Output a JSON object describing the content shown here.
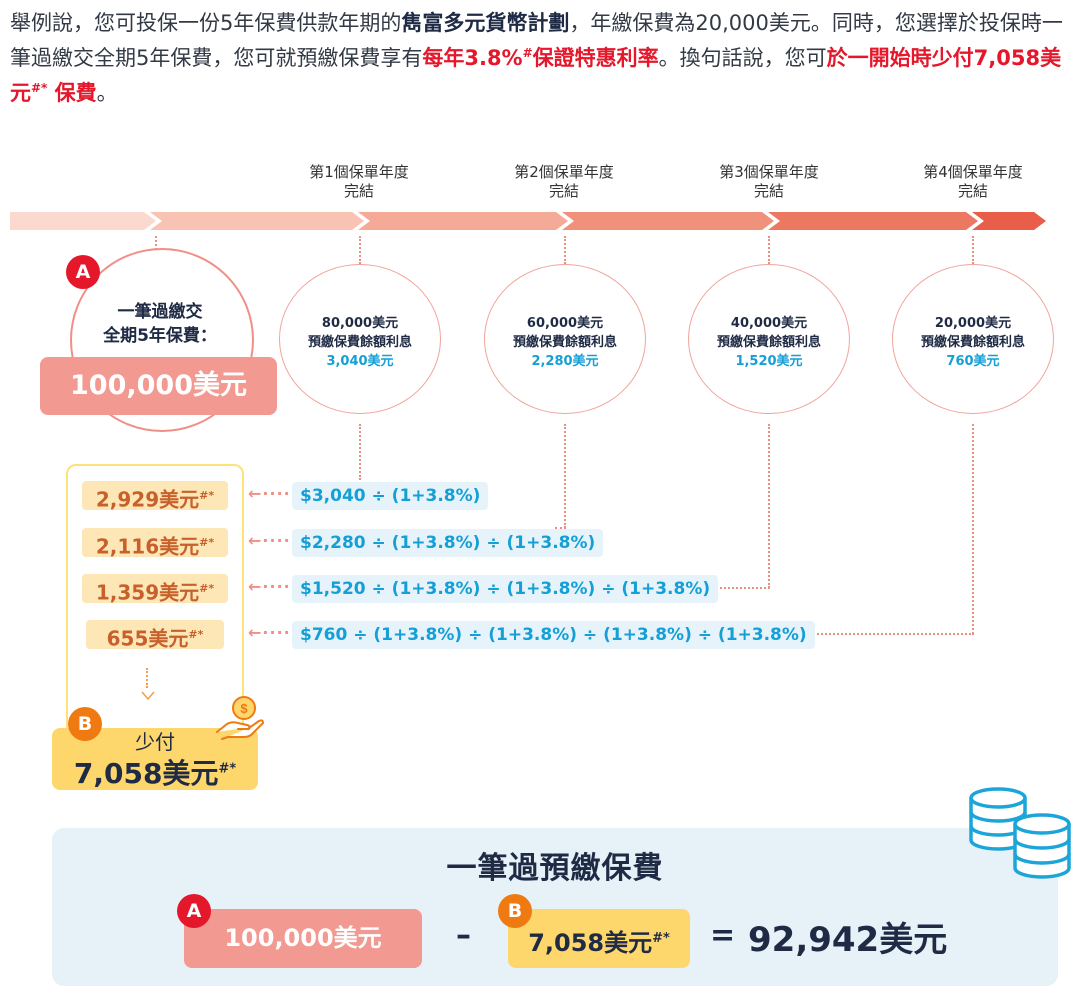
{
  "intro": {
    "p1": "舉例說，您可投保一份5年保費供款年期的",
    "plan": "雋富多元貨幣計劃",
    "p2": "，年繳保費為20,000美元。同時，您選擇於投保時一筆過繳交全期5年保費，您可就預繳保費享有",
    "rate_prefix": "每年3.8%",
    "rate_mark": "#",
    "rate_suffix": "保證特惠利率",
    "p3": "。換句話說，您可",
    "save_prefix": "於一開始時少付7,058美元",
    "save_mark": "#*",
    "save_suffix": "保費",
    "p4": "。"
  },
  "timeline": {
    "labels": [
      {
        "line1": "第1個保單年度",
        "line2": "完結"
      },
      {
        "line1": "第2個保單年度",
        "line2": "完結"
      },
      {
        "line1": "第3個保單年度",
        "line2": "完結"
      },
      {
        "line1": "第4個保單年度",
        "line2": "完結"
      }
    ],
    "segment_colors": [
      "#fbd9cf",
      "#f8c3b3",
      "#f4aa96",
      "#f0917c",
      "#ec7862",
      "#e85e48"
    ]
  },
  "lump_sum": {
    "badge": "A",
    "line1": "一筆過繳交",
    "line2": "全期5年保費：",
    "amount": "100,000美元"
  },
  "interest_circles": [
    {
      "balance": "80,000美元",
      "label": "預繳保費餘額利息",
      "interest": "3,040美元"
    },
    {
      "balance": "60,000美元",
      "label": "預繳保費餘額利息",
      "interest": "2,280美元"
    },
    {
      "balance": "40,000美元",
      "label": "預繳保費餘額利息",
      "interest": "1,520美元"
    },
    {
      "balance": "20,000美元",
      "label": "預繳保費餘額利息",
      "interest": "760美元"
    }
  ],
  "discounts": [
    {
      "value": "2,929美元",
      "mark": "#*",
      "formula": "$3,040 ÷ (1+3.8%)"
    },
    {
      "value": "2,116美元",
      "mark": "#*",
      "formula": "$2,280 ÷ (1+3.8%) ÷ (1+3.8%)"
    },
    {
      "value": "1,359美元",
      "mark": "#*",
      "formula": "$1,520 ÷ (1+3.8%) ÷ (1+3.8%) ÷ (1+3.8%)"
    },
    {
      "value": "655美元",
      "mark": "#*",
      "formula": "$760 ÷ (1+3.8%) ÷ (1+3.8%) ÷ (1+3.8%) ÷ (1+3.8%)"
    }
  ],
  "arrow_glyph": "←······",
  "saving": {
    "badge": "B",
    "label": "少付",
    "amount": "7,058美元",
    "mark": "#*"
  },
  "summary": {
    "title": "一筆過預繳保費",
    "a_badge": "A",
    "a_amount": "100,000美元",
    "minus": "–",
    "b_badge": "B",
    "b_amount": "7,058美元",
    "b_mark": "#*",
    "equals": "=",
    "result": "92,942美元"
  },
  "colors": {
    "salmon": "#f29991",
    "yellow": "#fdd66c",
    "badge_red": "#e4172b",
    "badge_orange": "#f07a12",
    "formula_blue": "#149fd6",
    "navy": "#1f2a44",
    "summary_bg": "#e6f1f8"
  }
}
